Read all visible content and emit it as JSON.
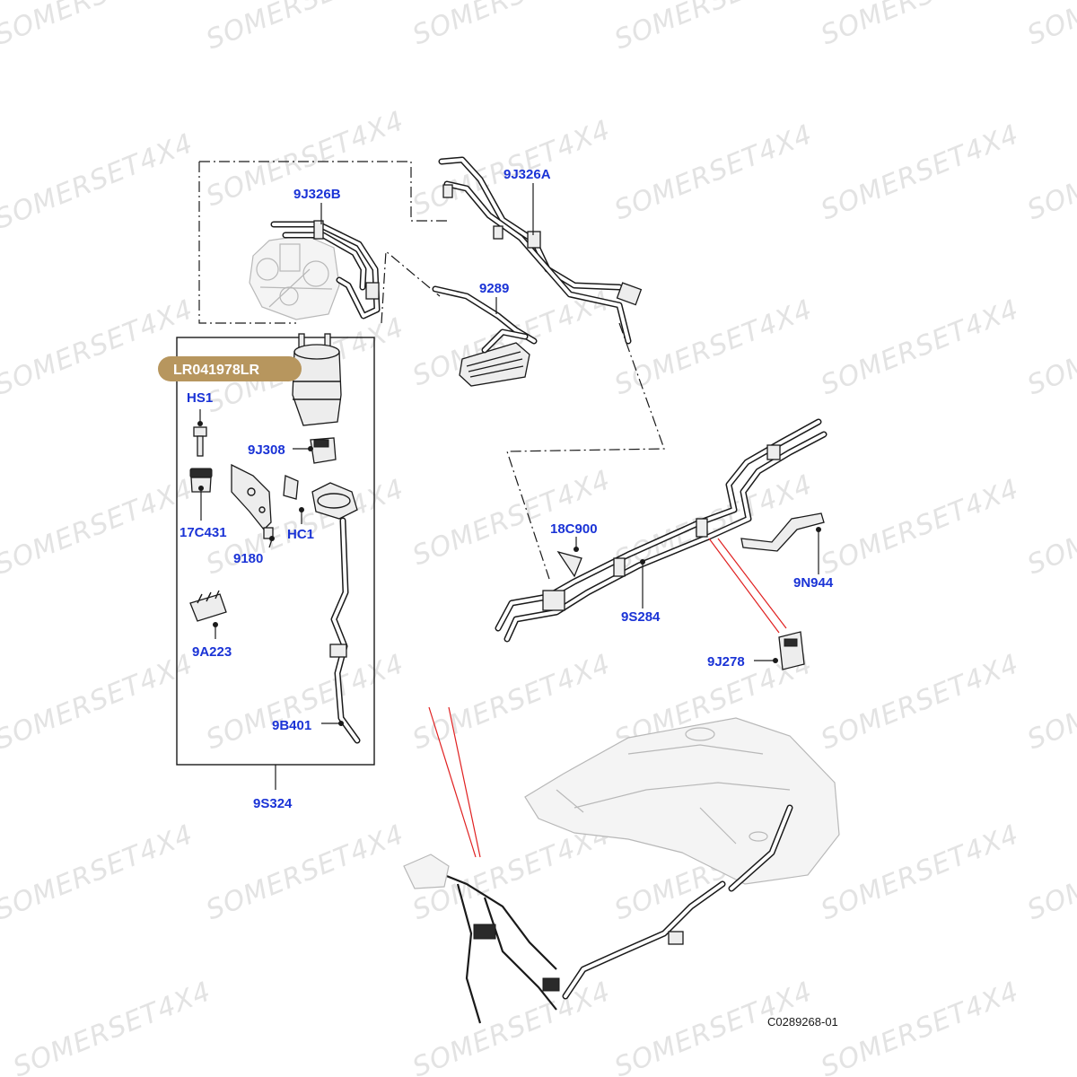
{
  "watermark": {
    "text": "SOMERSET4X4"
  },
  "highlight": {
    "part_number": "LR041978LR",
    "color": "#b7965e"
  },
  "diagram_ref": "C0289268-01",
  "label_color": "#1a33d6",
  "callouts": {
    "c_9J326B": "9J326B",
    "c_9J326A": "9J326A",
    "c_9289": "9289",
    "c_HS1": "HS1",
    "c_9J308": "9J308",
    "c_17C431": "17C431",
    "c_HC1": "HC1",
    "c_9180": "9180",
    "c_9A223": "9A223",
    "c_9B401": "9B401",
    "c_9S324": "9S324",
    "c_18C900": "18C900",
    "c_9N944": "9N944",
    "c_9S284": "9S284",
    "c_9J278": "9J278"
  }
}
